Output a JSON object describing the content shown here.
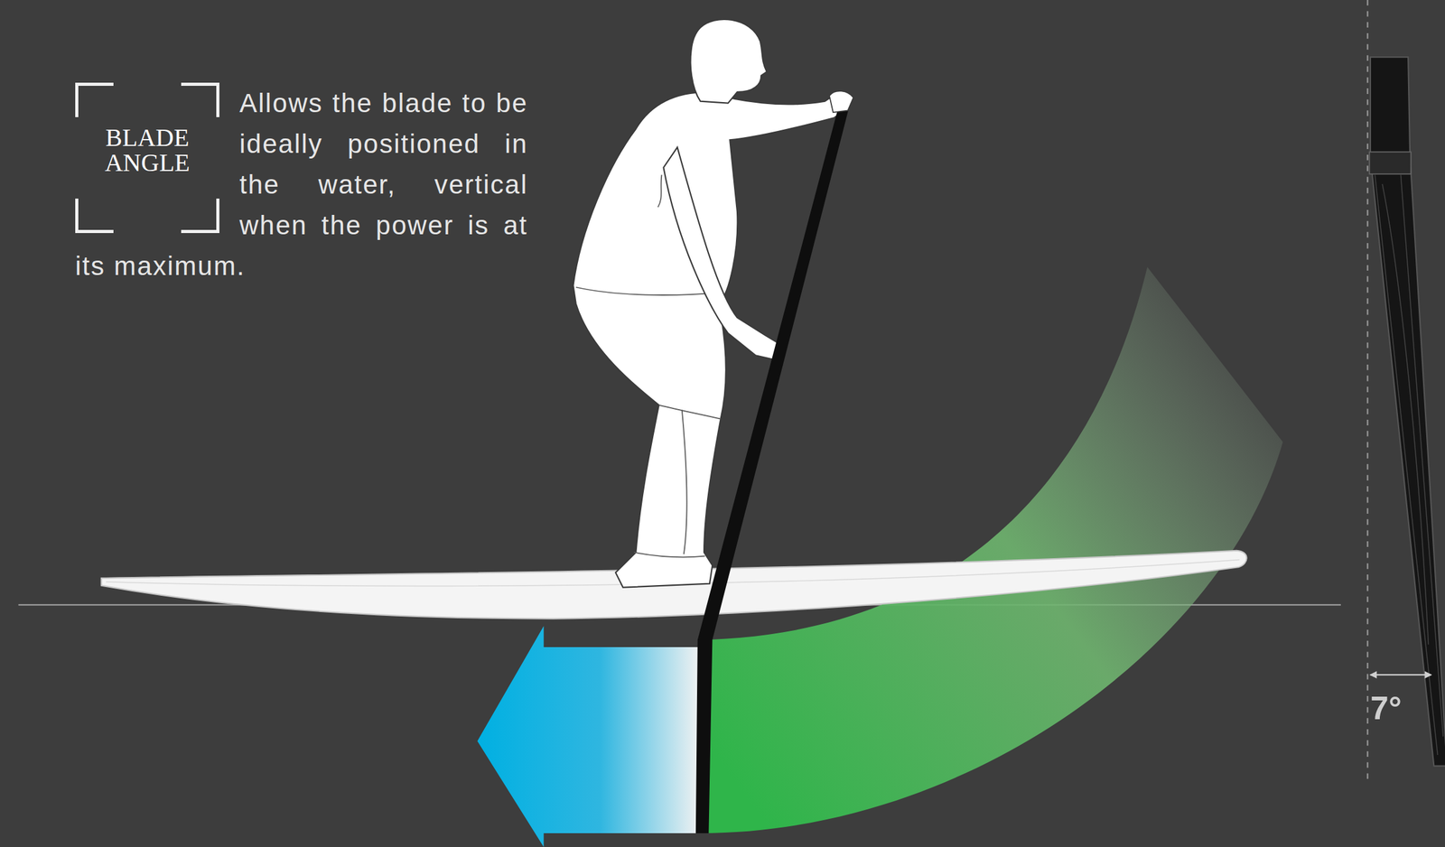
{
  "diagram": {
    "labels": [
      "BLADE ANGLE",
      "Allows the blade to be ideally positioned in the water, vertical when the power is at its maximum.",
      "7°"
    ]
  }
}
